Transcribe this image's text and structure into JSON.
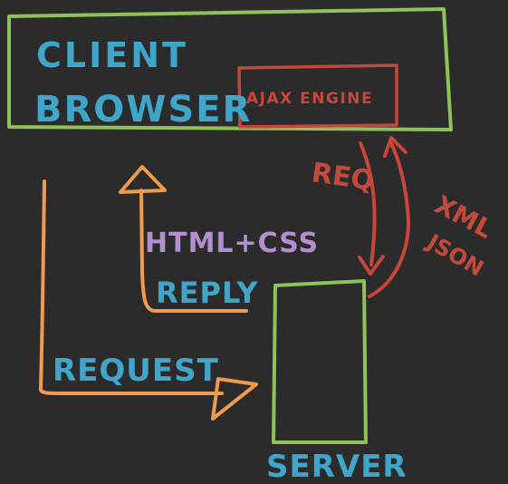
{
  "client_browser": {
    "line1": "CLIENT",
    "line2": "BROWSER"
  },
  "ajax_engine": {
    "label": "AJAX ENGINE"
  },
  "labels": {
    "req": "REQ",
    "xml": "XML",
    "json": "JSON",
    "html_css": "HTML+CSS",
    "reply": "REPLY",
    "request": "REQUEST",
    "server": "SERVER"
  },
  "colors": {
    "background": "#2b2b2b",
    "box_green": "#8fc15a",
    "ajax_red": "#c8453a",
    "text_blue": "#3fa6c9",
    "arrow_orange": "#ef9a4d",
    "text_purple": "#b48fd0",
    "label_red": "#c14a3c"
  }
}
